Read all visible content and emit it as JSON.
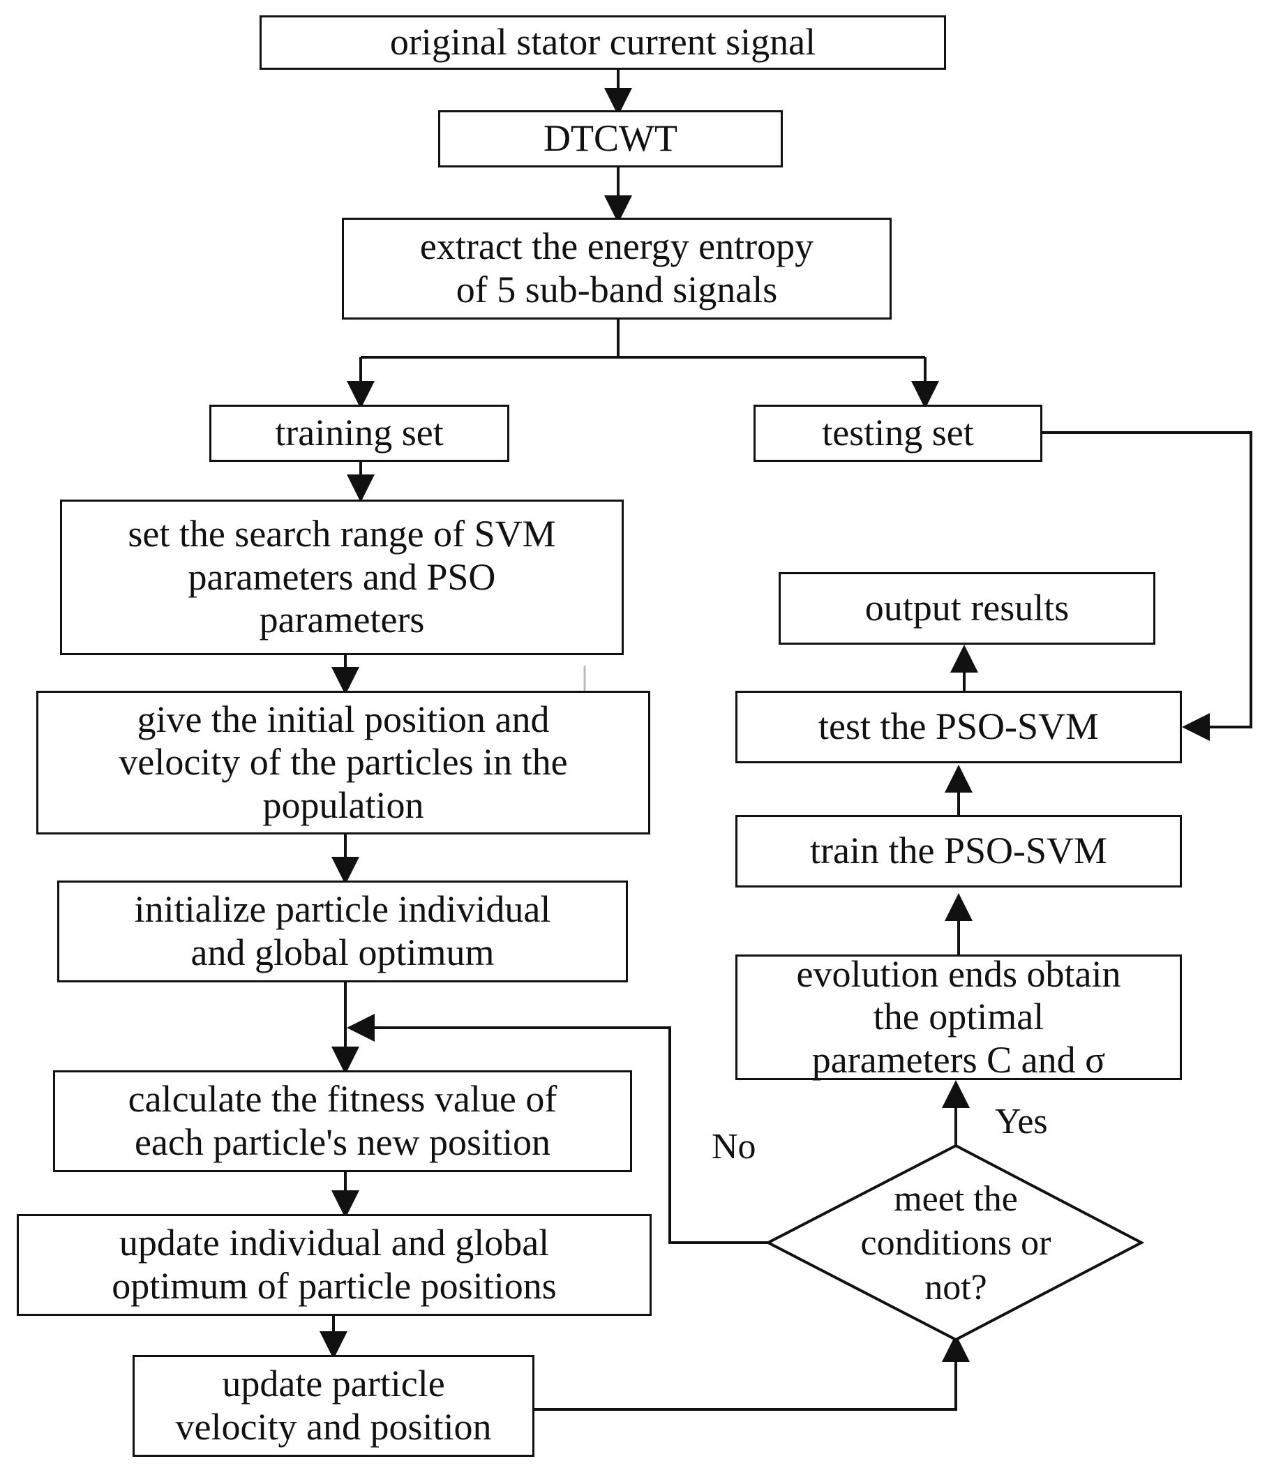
{
  "boxes": {
    "original_signal": "original stator current signal",
    "dtcwt": "DTCWT",
    "extract_entropy": "extract the energy entropy\nof 5 sub-band signals",
    "training_set": "training set",
    "testing_set": "testing set",
    "set_search_range": "set the search range of  SVM\nparameters and PSO\nparameters",
    "initial_position": "give the initial position and\nvelocity of the particles in the\npopulation",
    "initialize_optimum": "initialize particle individual\nand global optimum",
    "calculate_fitness": "calculate the fitness value of\neach particle's new position",
    "update_optimum": "update individual and global\noptimum of particle positions",
    "update_velocity": "update particle\nvelocity and position",
    "output_results": "output results",
    "test_pso_svm": "test the PSO-SVM",
    "train_pso_svm": "train the PSO-SVM",
    "evolution_ends": "evolution ends obtain\nthe optimal\nparameters C and σ"
  },
  "decision": {
    "text": "meet the\nconditions or\nnot?",
    "yes_label": "Yes",
    "no_label": "No"
  }
}
